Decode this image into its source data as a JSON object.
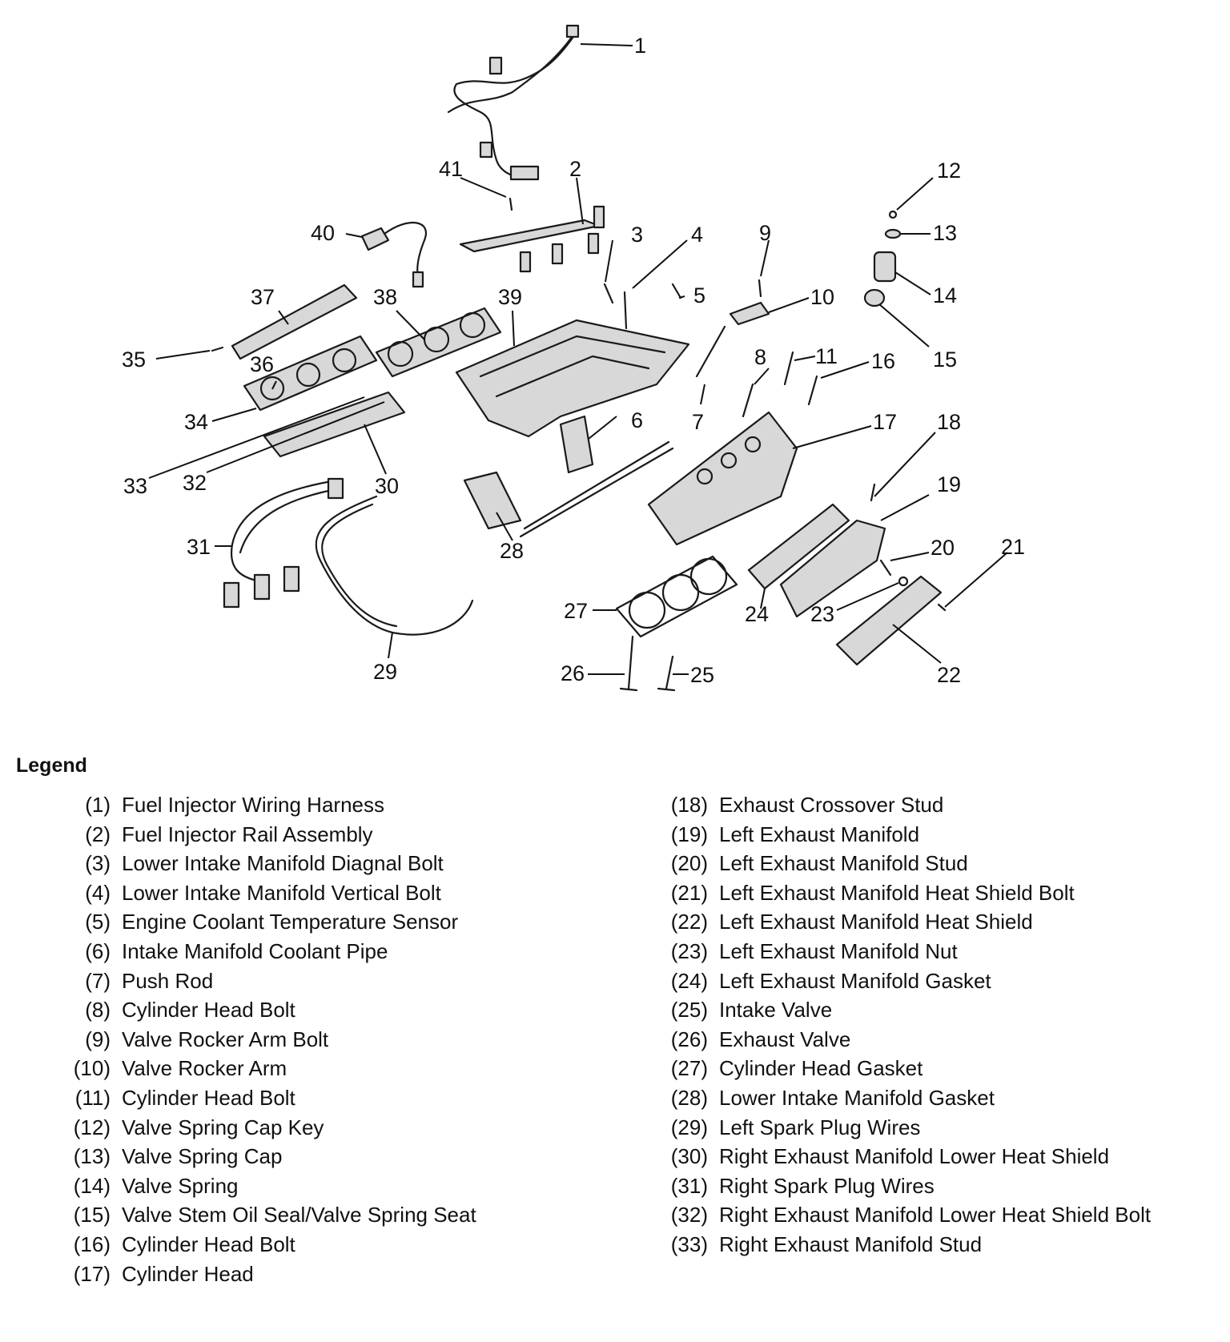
{
  "diagram": {
    "callouts": [
      "1",
      "2",
      "3",
      "4",
      "5",
      "6",
      "7",
      "8",
      "9",
      "10",
      "11",
      "12",
      "13",
      "14",
      "15",
      "16",
      "17",
      "18",
      "19",
      "20",
      "21",
      "22",
      "23",
      "24",
      "25",
      "26",
      "27",
      "28",
      "29",
      "30",
      "31",
      "32",
      "33",
      "34",
      "35",
      "36",
      "37",
      "38",
      "39",
      "40",
      "41"
    ]
  },
  "legend": {
    "title": "Legend",
    "left": [
      {
        "num": "(1)",
        "text": "Fuel Injector Wiring Harness"
      },
      {
        "num": "(2)",
        "text": "Fuel Injector Rail Assembly"
      },
      {
        "num": "(3)",
        "text": "Lower Intake Manifold Diagnal Bolt"
      },
      {
        "num": "(4)",
        "text": "Lower Intake Manifold Vertical Bolt"
      },
      {
        "num": "(5)",
        "text": "Engine Coolant Temperature Sensor"
      },
      {
        "num": "(6)",
        "text": "Intake Manifold Coolant Pipe"
      },
      {
        "num": "(7)",
        "text": "Push Rod"
      },
      {
        "num": "(8)",
        "text": "Cylinder Head Bolt"
      },
      {
        "num": "(9)",
        "text": "Valve Rocker Arm Bolt"
      },
      {
        "num": "(10)",
        "text": "Valve Rocker Arm"
      },
      {
        "num": "(11)",
        "text": "Cylinder Head Bolt"
      },
      {
        "num": "(12)",
        "text": "Valve Spring Cap Key"
      },
      {
        "num": "(13)",
        "text": "Valve Spring Cap"
      },
      {
        "num": "(14)",
        "text": "Valve Spring"
      },
      {
        "num": "(15)",
        "text": "Valve Stem Oil Seal/Valve Spring Seat"
      },
      {
        "num": "(16)",
        "text": "Cylinder Head Bolt"
      },
      {
        "num": "(17)",
        "text": "Cylinder Head"
      }
    ],
    "right": [
      {
        "num": "(18)",
        "text": "Exhaust Crossover Stud"
      },
      {
        "num": "(19)",
        "text": "Left Exhaust Manifold"
      },
      {
        "num": "(20)",
        "text": "Left Exhaust Manifold Stud"
      },
      {
        "num": "(21)",
        "text": "Left Exhaust Manifold Heat Shield Bolt"
      },
      {
        "num": "(22)",
        "text": "Left Exhaust Manifold Heat Shield"
      },
      {
        "num": "(23)",
        "text": "Left Exhaust Manifold Nut"
      },
      {
        "num": "(24)",
        "text": "Left Exhaust Manifold Gasket"
      },
      {
        "num": "(25)",
        "text": "Intake Valve"
      },
      {
        "num": "(26)",
        "text": "Exhaust Valve"
      },
      {
        "num": "(27)",
        "text": "Cylinder Head Gasket"
      },
      {
        "num": "(28)",
        "text": "Lower Intake Manifold Gasket"
      },
      {
        "num": "(29)",
        "text": "Left Spark Plug Wires"
      },
      {
        "num": "(30)",
        "text": "Right Exhaust Manifold Lower Heat Shield"
      },
      {
        "num": "(31)",
        "text": "Right Spark Plug Wires"
      },
      {
        "num": "(32)",
        "text": "Right Exhaust Manifold Lower Heat Shield Bolt"
      },
      {
        "num": "(33)",
        "text": "Right Exhaust Manifold Stud"
      }
    ]
  }
}
